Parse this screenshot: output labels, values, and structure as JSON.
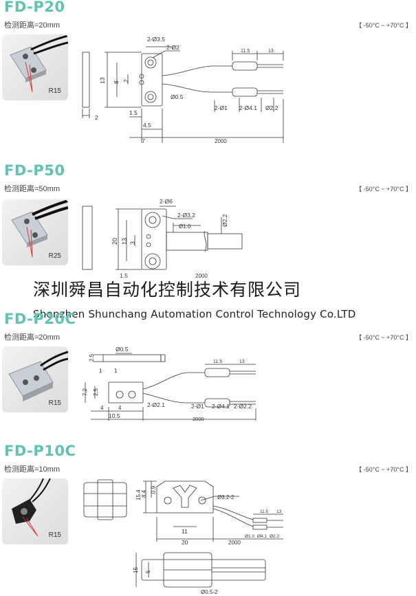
{
  "sections": [
    {
      "model": "FD-P20",
      "spec": "检测距离=20mm",
      "temp": "【 -50°C ~ +70°C 】",
      "radius": "R15",
      "dims": {
        "hole1": "2-Ø3.5",
        "hole2": "2-Ø2",
        "h_total": "13",
        "h_inner": "8",
        "h_small": "2",
        "wire": "Ø0.5",
        "w1": "1.5",
        "w2": "4.5",
        "w3": "7",
        "len": "2000",
        "t": "2",
        "sl1": "11.5",
        "sl2": "13",
        "c1": "2-Ø1",
        "c2": "2-Ø4.1",
        "c3": "Ø2.2"
      }
    },
    {
      "model": "FD-P50",
      "spec": "检测距离=50mm",
      "temp": "【 -50°C ~ +70°C 】",
      "radius": "R25",
      "dims": {
        "hole1": "2-Ø6",
        "hole2": "2-Ø3.2",
        "core": "Ø1.0",
        "sheath": "Ø2.2",
        "h_total": "20",
        "h_inner": "13",
        "h_small": "3",
        "w1": "1.5",
        "len": "2000"
      }
    },
    {
      "model": "FD-P20C",
      "spec": "检测距离=20mm",
      "temp": "【 -50°C ~ +70°C 】",
      "radius": "R15",
      "dims": {
        "wire": "Ø0.5",
        "h1": "2.5",
        "s1": "1",
        "s2": "1",
        "h2": "7.2",
        "h3": "2.5",
        "w1": "4",
        "w2": "4",
        "w3": "10.5",
        "hole": "2-Ø2.1",
        "len": "2000",
        "sl1": "11.5",
        "sl2": "13",
        "c1": "2-Ø1",
        "c2": "2-Ø4.1",
        "c3": "2-Ø2.2"
      }
    },
    {
      "model": "FD-P10C",
      "spec": "检测距离=10mm",
      "temp": "【 -50°C ~ +70°C 】",
      "radius": "R15",
      "dims": {
        "h1": "8.4",
        "h2": "0.9",
        "h3": "15.4",
        "bore": "Ø3.2-2",
        "w1": "11",
        "w2": "20",
        "len": "2000",
        "sl1": "11.5",
        "sl2": "13",
        "c1": "Ø1.0",
        "c2": "Ø4.1",
        "c3": "Ø2.2",
        "h4": "15",
        "h5": "5",
        "wire": "Ø0.5-2"
      }
    }
  ],
  "watermark": {
    "cn": "深圳舜昌自动化控制技术有限公司",
    "en": "Shenzhen Shunchang  Automation Control Technology  Co.LTD"
  }
}
